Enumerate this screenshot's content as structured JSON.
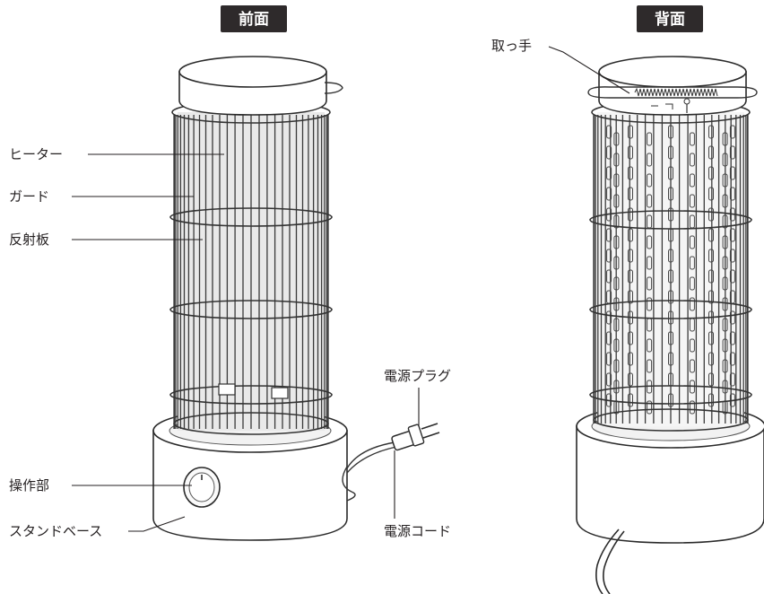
{
  "views": {
    "front": {
      "title": "前面"
    },
    "back": {
      "title": "背面"
    }
  },
  "callouts": {
    "heater": "ヒーター",
    "guard": "ガード",
    "reflector": "反射板",
    "control": "操作部",
    "stand_base": "スタンドベース",
    "power_plug": "電源プラグ",
    "power_cord": "電源コード",
    "handle": "取っ手"
  },
  "colors": {
    "label_background": "#2e2a2b",
    "label_text": "#ffffff",
    "line": "#231f20"
  }
}
